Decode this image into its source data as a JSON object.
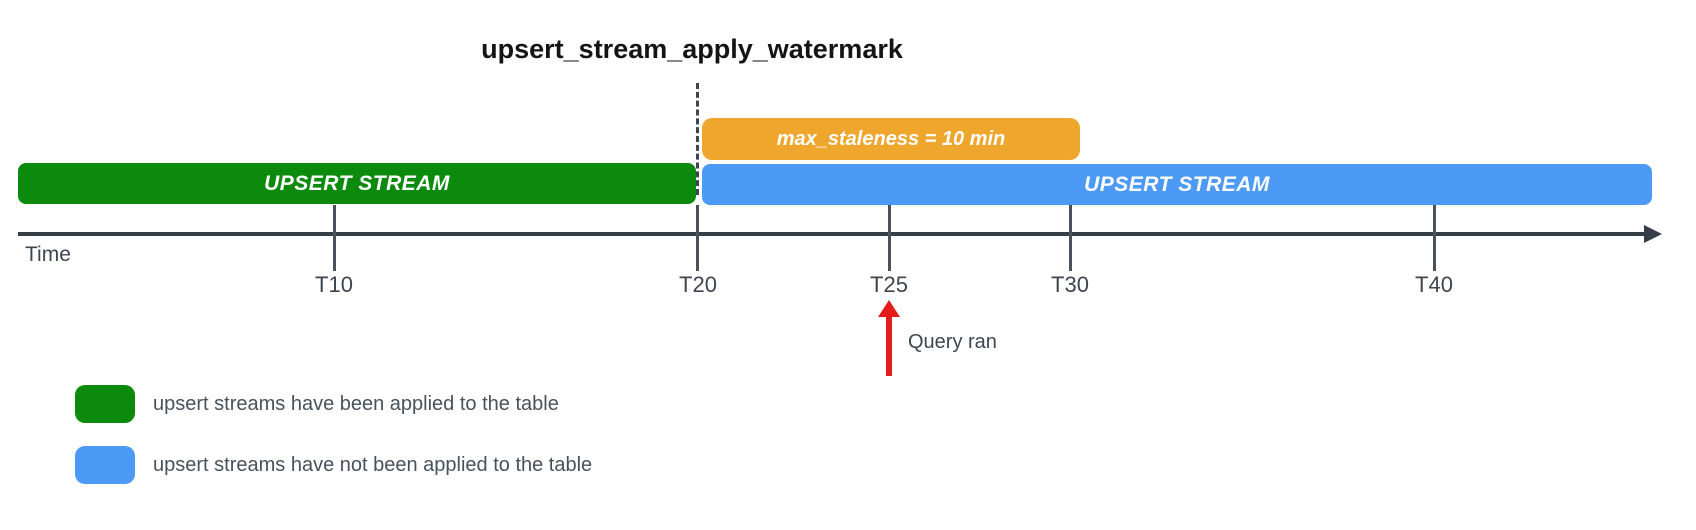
{
  "title": "upsert_stream_apply_watermark",
  "bars": {
    "staleness": {
      "label": "max_staleness = 10 min",
      "color": "#efa62c"
    },
    "applied_stream": {
      "label": "UPSERT STREAM",
      "color": "#0b8a0e"
    },
    "unapplied_stream": {
      "label": "UPSERT STREAM",
      "color": "#4d9af6"
    }
  },
  "timeline": {
    "axis_label": "Time",
    "axis_color": "#353d46",
    "ticks": [
      {
        "label": "T10",
        "time": 10
      },
      {
        "label": "T20",
        "time": 20
      },
      {
        "label": "T25",
        "time": 25
      },
      {
        "label": "T30",
        "time": 30
      },
      {
        "label": "T40",
        "time": 40
      }
    ]
  },
  "annotation": {
    "label": "Query ran",
    "arrow_color": "#e51c1c",
    "points_at": "T25"
  },
  "legend": {
    "items": [
      {
        "swatch_color": "#0b8a0e",
        "label": "upsert streams have been applied to the table"
      },
      {
        "swatch_color": "#4d9af6",
        "label": "upsert streams have not been applied to the table"
      }
    ]
  }
}
